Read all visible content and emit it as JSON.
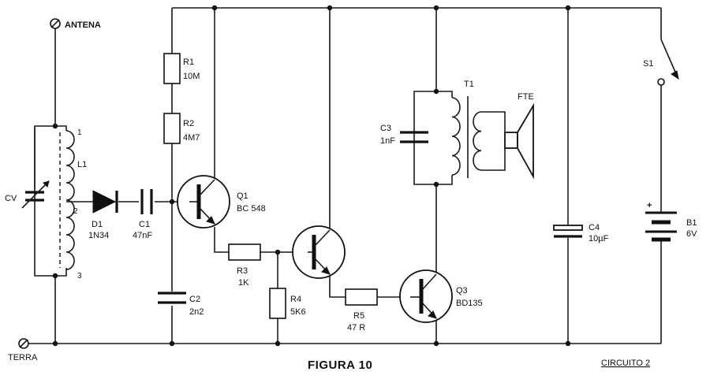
{
  "figure": {
    "title": "FIGURA 10",
    "circuit_label": "CIRCUITO 2"
  },
  "terminals": {
    "antenna": "ANTENA",
    "ground": "TERRA"
  },
  "coil": {
    "ref": "L1",
    "pin1": "1",
    "pin2": "2",
    "pin3": "3"
  },
  "components": {
    "cv": {
      "ref": "CV"
    },
    "d1": {
      "ref": "D1",
      "value": "1N34"
    },
    "c1": {
      "ref": "C1",
      "value": "47nF"
    },
    "r1": {
      "ref": "R1",
      "value": "10M"
    },
    "r2": {
      "ref": "R2",
      "value": "4M7"
    },
    "c2": {
      "ref": "C2",
      "value": "2n2"
    },
    "q1": {
      "ref": "Q1",
      "value": "BC 548"
    },
    "r3": {
      "ref": "R3",
      "value": "1K"
    },
    "r4": {
      "ref": "R4",
      "value": "5K6"
    },
    "r5": {
      "ref": "R5",
      "value": "47 R"
    },
    "q3": {
      "ref": "Q3",
      "value": "BD135"
    },
    "c3": {
      "ref": "C3",
      "value": "1nF"
    },
    "t1": {
      "ref": "T1"
    },
    "fte": {
      "ref": "FTE"
    },
    "c4": {
      "ref": "C4",
      "value": "10µF"
    },
    "s1": {
      "ref": "S1"
    },
    "b1": {
      "ref": "B1",
      "value": "6V"
    },
    "b1_polarity": "+"
  }
}
